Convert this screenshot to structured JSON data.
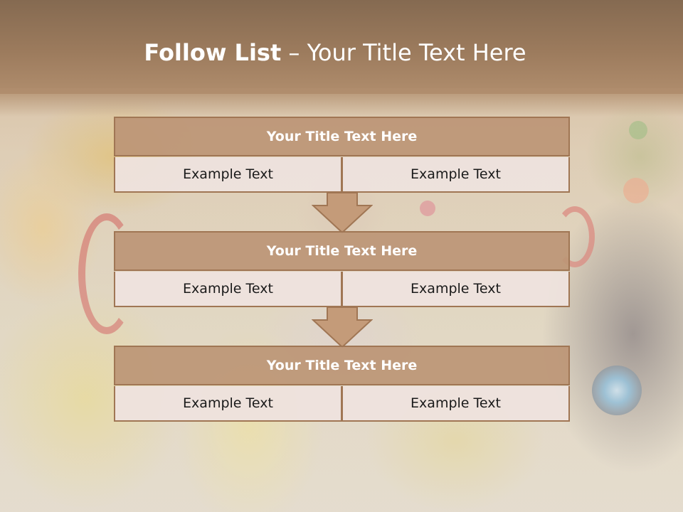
{
  "slide": {
    "title_bold": "Follow List",
    "title_rest": " – Your Title Text Here"
  },
  "steps": [
    {
      "title": "Your Title Text Here",
      "left": "Example Text",
      "right": "Example Text"
    },
    {
      "title": "Your Title Text Here",
      "left": "Example Text",
      "right": "Example Text"
    },
    {
      "title": "Your Title Text Here",
      "left": "Example Text",
      "right": "Example Text"
    }
  ],
  "colors": {
    "header": "#9c7b5d",
    "title_box": "#bc9676",
    "border": "#a07654",
    "cell_fill": "#eee2de",
    "arrow_fill": "#c49b79"
  }
}
